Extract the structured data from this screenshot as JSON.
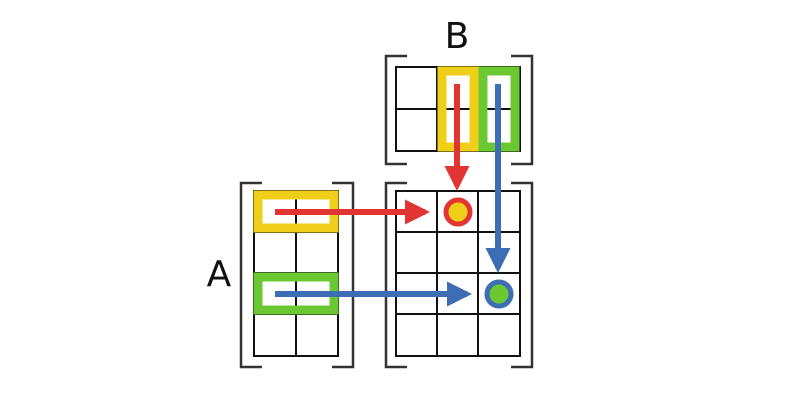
{
  "labels": {
    "matrix_a": "A",
    "matrix_b": "B"
  },
  "colors": {
    "yellow": "#f0cf1a",
    "green": "#6cc832",
    "red": "#e33434",
    "blue": "#3d6db2",
    "grid": "#111111",
    "bracket": "#333333"
  },
  "matrices": {
    "a": {
      "rows": 4,
      "cols": 2
    },
    "b": {
      "rows": 2,
      "cols": 3
    },
    "result": {
      "rows": 4,
      "cols": 3
    }
  },
  "highlights": {
    "a_rows": [
      {
        "row": 1,
        "color": "yellow"
      },
      {
        "row": 3,
        "color": "green"
      }
    ],
    "b_cols": [
      {
        "col": 2,
        "color": "yellow"
      },
      {
        "col": 3,
        "color": "green"
      }
    ],
    "result_cells": [
      {
        "row": 1,
        "col": 2,
        "fill": "yellow",
        "ring": "red"
      },
      {
        "row": 3,
        "col": 3,
        "fill": "green",
        "ring": "blue"
      }
    ]
  }
}
